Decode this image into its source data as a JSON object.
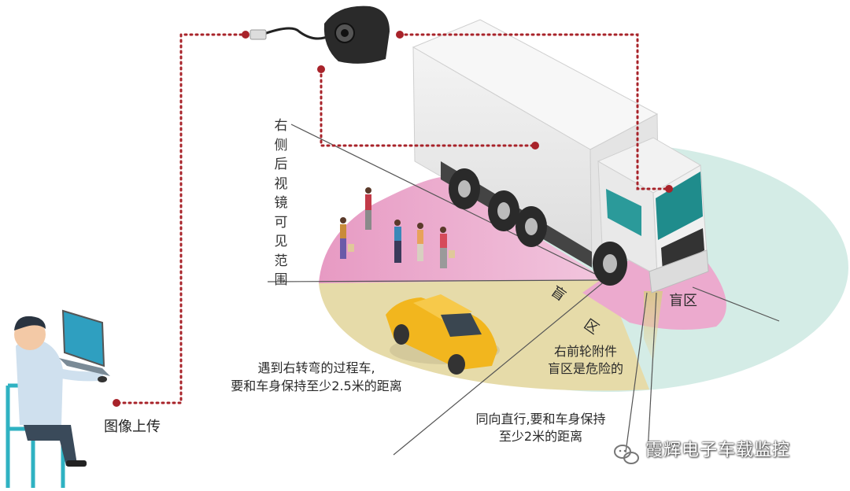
{
  "labels": {
    "mirror_view": "右侧后视镜可见范围",
    "blind_char_1": "盲",
    "blind_char_2": "区",
    "blind_zone": "盲区",
    "wheel_blind_line1": "右前轮附件",
    "wheel_blind_line2": "盲区是危险的",
    "turn_line1": "遇到右转弯的过程车,",
    "turn_line2": "要和车身保持至少2.5米的距离",
    "straight_line1": "同向直行,要和车身保持",
    "straight_line2": "至少2米的距离",
    "upload": "图像上传"
  },
  "watermark": {
    "text": "霞辉电子车载监控",
    "icon": "wechat-icon"
  },
  "colors": {
    "blind_pink": "#e79ac3",
    "zone_yellow": "#e6dba9",
    "zone_mint": "#d4ece6",
    "connector_red": "#a8232a",
    "car_yellow": "#f2b61e",
    "truck_white": "#eeeeee",
    "truck_cab_teal": "#1f8c8c"
  }
}
